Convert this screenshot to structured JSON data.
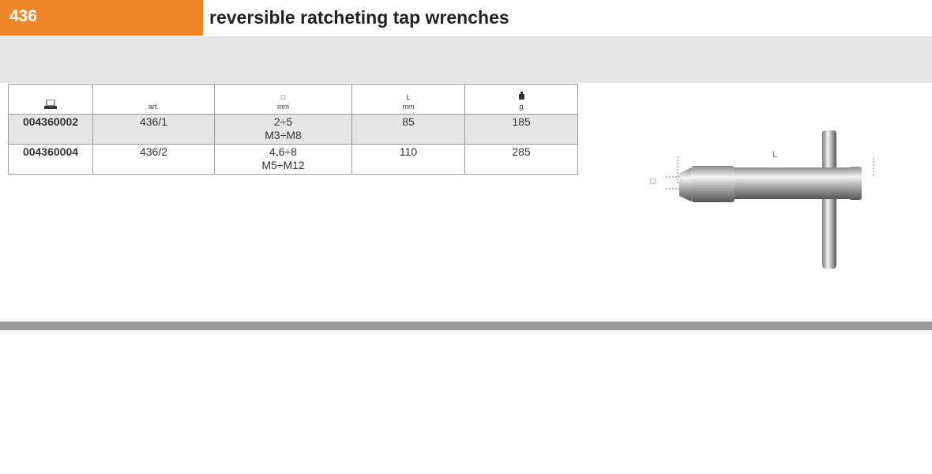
{
  "header": {
    "code": "436",
    "title": "reversible ratcheting tap wrenches"
  },
  "table": {
    "headers": [
      {
        "icon": "catalog-code-icon",
        "unit": ""
      },
      {
        "label": "art.",
        "unit": ""
      },
      {
        "symbol": "□",
        "unit": "mm"
      },
      {
        "symbol": "L",
        "unit": "mm"
      },
      {
        "icon": "weight-icon",
        "unit": "g"
      }
    ],
    "rows": [
      {
        "code": "004360002",
        "art": "436/1",
        "size": "2÷5",
        "thread": "M3÷M8",
        "L": "85",
        "g": "185"
      },
      {
        "code": "004360004",
        "art": "436/2",
        "size": "4,6÷8",
        "thread": "M5÷M12",
        "L": "110",
        "g": "285"
      }
    ]
  },
  "figure": {
    "square_label": "□",
    "length_label": "L"
  }
}
